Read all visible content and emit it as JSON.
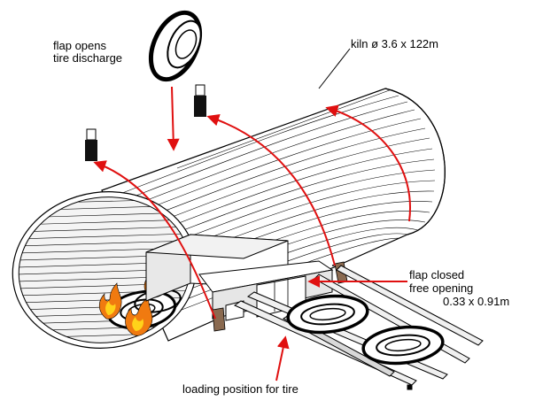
{
  "labels": {
    "flap_opens_line1": "flap opens",
    "flap_opens_line2": "tire discharge",
    "kiln": "kiln ø 3.6 x 122m",
    "flap_closed_line1": "flap closed",
    "flap_closed_line2": "free opening",
    "flap_closed_line3": "0.33 x 0.91m",
    "loading_position": "loading position for tire"
  },
  "colors": {
    "arrow": "#e01010",
    "flame_outer": "#f07a10",
    "flame_inner": "#ffd21a",
    "line": "#000000",
    "body": "#ffffff",
    "inner": "#f4f4f4"
  },
  "icons": [
    "tire-icon",
    "flame-icon",
    "bolt-icon"
  ]
}
